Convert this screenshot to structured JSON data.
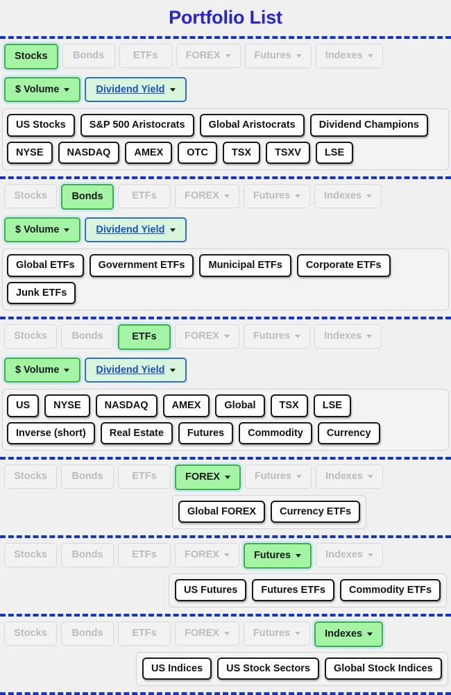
{
  "page": {
    "title": "Portfolio List",
    "title_color": "#2323e0",
    "divider_color": "#0f33d6",
    "background_color": "#f0f0f0",
    "active_color": "#a3f5a3",
    "active_border_color": "#3cb043",
    "link_color": "#1a4fd6"
  },
  "tab_labels": {
    "stocks": "Stocks",
    "bonds": "Bonds",
    "etfs": "ETFs",
    "forex": "FOREX",
    "futures": "Futures",
    "indexes": "Indexes"
  },
  "sort_labels": {
    "volume": "$ Volume",
    "dividend_yield": "Dividend Yield"
  },
  "icons": {
    "caret": "caret-down-icon"
  },
  "sections": [
    {
      "id": "stocks",
      "active_tab": "Stocks",
      "tabs": [
        {
          "label": "Stocks",
          "active": true,
          "has_caret": false
        },
        {
          "label": "Bonds",
          "active": false,
          "has_caret": false
        },
        {
          "label": "ETFs",
          "active": false,
          "has_caret": false
        },
        {
          "label": "FOREX",
          "active": false,
          "has_caret": true
        },
        {
          "label": "Futures",
          "active": false,
          "has_caret": true
        },
        {
          "label": "Indexes",
          "active": false,
          "has_caret": true
        }
      ],
      "sorts": [
        {
          "label": "$ Volume",
          "style": "green",
          "has_caret": true
        },
        {
          "label": "Dividend Yield",
          "style": "link",
          "has_caret": true
        }
      ],
      "panel_indent": 0,
      "items": [
        "US Stocks",
        "S&P 500 Aristocrats",
        "Global Aristocrats",
        "Dividend Champions",
        "NYSE",
        "NASDAQ",
        "AMEX",
        "OTC",
        "TSX",
        "TSXV",
        "LSE"
      ]
    },
    {
      "id": "bonds",
      "active_tab": "Bonds",
      "tabs": [
        {
          "label": "Stocks",
          "active": false,
          "has_caret": false
        },
        {
          "label": "Bonds",
          "active": true,
          "has_caret": false
        },
        {
          "label": "ETFs",
          "active": false,
          "has_caret": false
        },
        {
          "label": "FOREX",
          "active": false,
          "has_caret": true
        },
        {
          "label": "Futures",
          "active": false,
          "has_caret": true
        },
        {
          "label": "Indexes",
          "active": false,
          "has_caret": true
        }
      ],
      "sorts": [
        {
          "label": "$ Volume",
          "style": "green",
          "has_caret": true
        },
        {
          "label": "Dividend Yield",
          "style": "link",
          "has_caret": true
        }
      ],
      "panel_indent": 0,
      "items": [
        "Global ETFs",
        "Government ETFs",
        "Municipal ETFs",
        "Corporate ETFs",
        "Junk ETFs"
      ]
    },
    {
      "id": "etfs",
      "active_tab": "ETFs",
      "tabs": [
        {
          "label": "Stocks",
          "active": false,
          "has_caret": false
        },
        {
          "label": "Bonds",
          "active": false,
          "has_caret": false
        },
        {
          "label": "ETFs",
          "active": true,
          "has_caret": false
        },
        {
          "label": "FOREX",
          "active": false,
          "has_caret": true
        },
        {
          "label": "Futures",
          "active": false,
          "has_caret": true
        },
        {
          "label": "Indexes",
          "active": false,
          "has_caret": true
        }
      ],
      "sorts": [
        {
          "label": "$ Volume",
          "style": "green",
          "has_caret": true
        },
        {
          "label": "Dividend Yield",
          "style": "link",
          "has_caret": true
        }
      ],
      "panel_indent": 0,
      "items": [
        "US",
        "NYSE",
        "NASDAQ",
        "AMEX",
        "Global",
        "TSX",
        "LSE",
        "Inverse (short)",
        "Real Estate",
        "Futures",
        "Commodity",
        "Currency"
      ]
    },
    {
      "id": "forex",
      "active_tab": "FOREX",
      "tabs": [
        {
          "label": "Stocks",
          "active": false,
          "has_caret": false
        },
        {
          "label": "Bonds",
          "active": false,
          "has_caret": false
        },
        {
          "label": "ETFs",
          "active": false,
          "has_caret": false
        },
        {
          "label": "FOREX",
          "active": true,
          "has_caret": true
        },
        {
          "label": "Futures",
          "active": false,
          "has_caret": true
        },
        {
          "label": "Indexes",
          "active": false,
          "has_caret": true
        }
      ],
      "sorts": [],
      "panel_indent": 248,
      "items": [
        "Global FOREX",
        "Currency ETFs"
      ]
    },
    {
      "id": "futures",
      "active_tab": "Futures",
      "tabs": [
        {
          "label": "Stocks",
          "active": false,
          "has_caret": false
        },
        {
          "label": "Bonds",
          "active": false,
          "has_caret": false
        },
        {
          "label": "ETFs",
          "active": false,
          "has_caret": false
        },
        {
          "label": "FOREX",
          "active": false,
          "has_caret": true
        },
        {
          "label": "Futures",
          "active": true,
          "has_caret": true
        },
        {
          "label": "Indexes",
          "active": false,
          "has_caret": true
        }
      ],
      "sorts": [],
      "panel_indent": 243,
      "items": [
        "US Futures",
        "Futures ETFs",
        "Commodity ETFs"
      ]
    },
    {
      "id": "indexes",
      "active_tab": "Indexes",
      "tabs": [
        {
          "label": "Stocks",
          "active": false,
          "has_caret": false
        },
        {
          "label": "Bonds",
          "active": false,
          "has_caret": false
        },
        {
          "label": "ETFs",
          "active": false,
          "has_caret": false
        },
        {
          "label": "FOREX",
          "active": false,
          "has_caret": true
        },
        {
          "label": "Futures",
          "active": false,
          "has_caret": true
        },
        {
          "label": "Indexes",
          "active": true,
          "has_caret": true
        }
      ],
      "sorts": [],
      "panel_indent": 196,
      "items": [
        "US Indices",
        "US Stock Sectors",
        "Global Stock Indices"
      ]
    }
  ]
}
